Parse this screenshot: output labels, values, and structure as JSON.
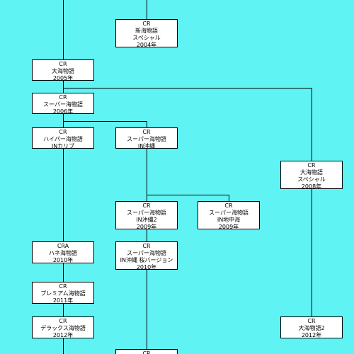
{
  "nodes": [
    {
      "id": "n1",
      "lines": [
        "CR",
        "新海物語",
        "スペシャル",
        "2004年"
      ]
    },
    {
      "id": "n2",
      "lines": [
        "CR",
        "大海物語",
        "2005年"
      ]
    },
    {
      "id": "n3",
      "lines": [
        "CR",
        "スーパー海物語",
        "2006年"
      ]
    },
    {
      "id": "n4",
      "lines": [
        "CR",
        "ハイパー海物語",
        "INカリブ"
      ]
    },
    {
      "id": "n5",
      "lines": [
        "CR",
        "スーパー海物語",
        "IN沖縄"
      ]
    },
    {
      "id": "n6",
      "lines": [
        "CR",
        "大海物語",
        "スペシャル",
        "2008年"
      ]
    },
    {
      "id": "n7",
      "lines": [
        "CR",
        "スーパー海物語",
        "IN沖縄2",
        "2009年"
      ]
    },
    {
      "id": "n8",
      "lines": [
        "CR",
        "スーパー海物語",
        "IN地中海",
        "2009年"
      ]
    },
    {
      "id": "n9",
      "lines": [
        "CRA",
        "ハネ海物語",
        "2010年"
      ]
    },
    {
      "id": "n10",
      "lines": [
        "CR",
        "スーパー海物語",
        "IN沖縄 桜バージョン",
        "2010年"
      ]
    },
    {
      "id": "n11",
      "lines": [
        "CR",
        "プレミアム海物語",
        "2011年"
      ]
    },
    {
      "id": "n12",
      "lines": [
        "CR",
        "デラックス海物語",
        "2012年"
      ]
    },
    {
      "id": "n13",
      "lines": [
        "CR",
        "大海物語2",
        "2012年"
      ]
    },
    {
      "id": "n14",
      "lines": [
        "CR"
      ]
    }
  ],
  "colors": {
    "background": "#5ff3f3",
    "box": "#ffffff",
    "line": "#000000"
  }
}
